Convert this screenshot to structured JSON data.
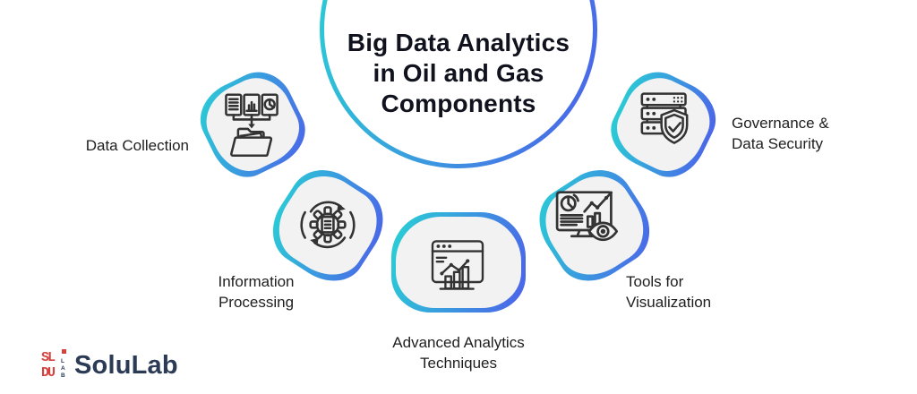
{
  "title": "Big Data Analytics\nin Oil and Gas\nComponents",
  "components": [
    {
      "id": "data-collection",
      "label": "Data Collection",
      "icon": "documents-to-folder-icon"
    },
    {
      "id": "information-processing",
      "label": "Information\nProcessing",
      "icon": "gear-document-cycle-icon"
    },
    {
      "id": "advanced-analytics-techniques",
      "label": "Advanced Analytics\nTechniques",
      "icon": "browser-analytics-chart-icon"
    },
    {
      "id": "tools-for-visualization",
      "label": "Tools for\nVisualization",
      "icon": "monitor-dashboard-eye-icon"
    },
    {
      "id": "governance-data-security",
      "label": "Governance &\nData Security",
      "icon": "server-shield-check-icon"
    }
  ],
  "colors": {
    "gradient_teal": "#2BC9D6",
    "gradient_blue": "#4A69E8",
    "blob_fill": "#F2F2F3",
    "icon_stroke": "#333333",
    "label_text": "#1E1E1E",
    "title_text": "#10131D",
    "logo_red": "#D5423E",
    "logo_navy": "#2B3B55"
  },
  "logo": {
    "brand": "SoluLab",
    "mark_top": "SL",
    "mark_bottom": "DU",
    "mark_side_1": "L",
    "mark_side_2": "A",
    "mark_side_3": "B"
  }
}
